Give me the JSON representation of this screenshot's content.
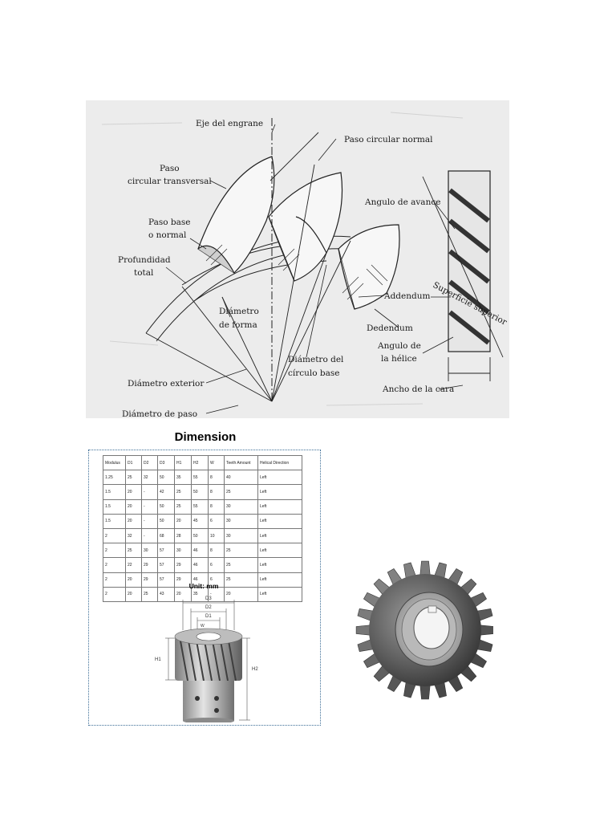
{
  "drawing": {
    "labels": {
      "eje": "Eje del engrane",
      "paso_circular_normal": "Paso circular normal",
      "paso": "Paso",
      "circular_transversal": "circular transversal",
      "paso_base": "Paso base",
      "o_normal": "o normal",
      "angulo_avance": "Angulo de avance",
      "profundidad": "Profundidad",
      "total": "total",
      "addendum": "Addendum",
      "superficie_superior": "Superficie superior",
      "diametro": "Diámetro",
      "de_forma": "de forma",
      "dedendum": "Dedendum",
      "angulo_de": "Angulo de",
      "la_helice": "la hélice",
      "diametro_del": "Diámetro del",
      "circulo_base": "círculo base",
      "diametro_exterior": "Diámetro exterior",
      "ancho_cara": "Ancho de la cara",
      "diametro_paso": "Diámetro de paso"
    }
  },
  "dimension": {
    "title": "Dimension",
    "unit": "Unit: mm",
    "headers": [
      "Modulus",
      "D1",
      "D2",
      "D3",
      "H1",
      "H2",
      "W",
      "Teeth Amount",
      "Helical Direction"
    ],
    "rows": [
      [
        "1.25",
        "25",
        "32",
        "50",
        "35",
        "55",
        "8",
        "40",
        "Left"
      ],
      [
        "1.5",
        "20",
        "-",
        "42",
        "25",
        "50",
        "8",
        "25",
        "Left"
      ],
      [
        "1.5",
        "20",
        "-",
        "50",
        "25",
        "55",
        "8",
        "30",
        "Left"
      ],
      [
        "1.5",
        "20",
        "-",
        "50",
        "20",
        "45",
        "6",
        "30",
        "Left"
      ],
      [
        "2",
        "32",
        "-",
        "68",
        "28",
        "50",
        "10",
        "30",
        "Left"
      ],
      [
        "2",
        "25",
        "30",
        "57",
        "30",
        "46",
        "8",
        "25",
        "Left"
      ],
      [
        "2",
        "22",
        "29",
        "57",
        "29",
        "46",
        "6",
        "25",
        "Left"
      ],
      [
        "2",
        "20",
        "29",
        "57",
        "29",
        "46",
        "6",
        "25",
        "Left"
      ],
      [
        "2",
        "20",
        "25",
        "43",
        "20",
        "35",
        "-",
        "20",
        "Left"
      ]
    ],
    "figure_labels": {
      "d3": "D3",
      "d2": "D2",
      "d1": "D1",
      "w": "W",
      "h1": "H1",
      "h2": "H2"
    }
  }
}
